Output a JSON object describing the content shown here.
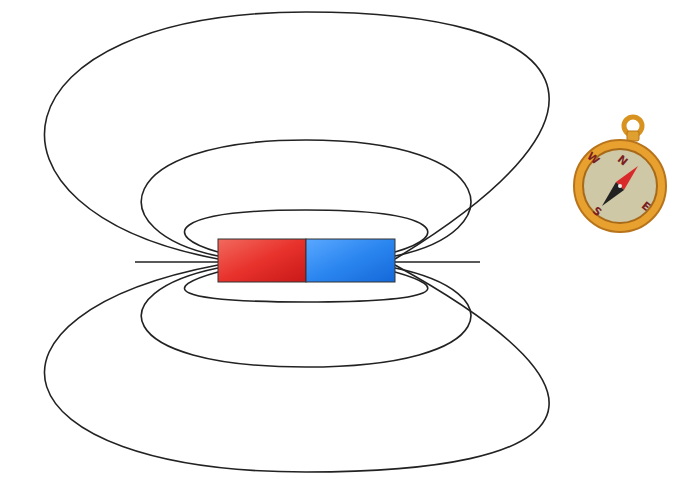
{
  "diagram": {
    "labels": [
      "N",
      "E",
      "S",
      "W"
    ]
  }
}
